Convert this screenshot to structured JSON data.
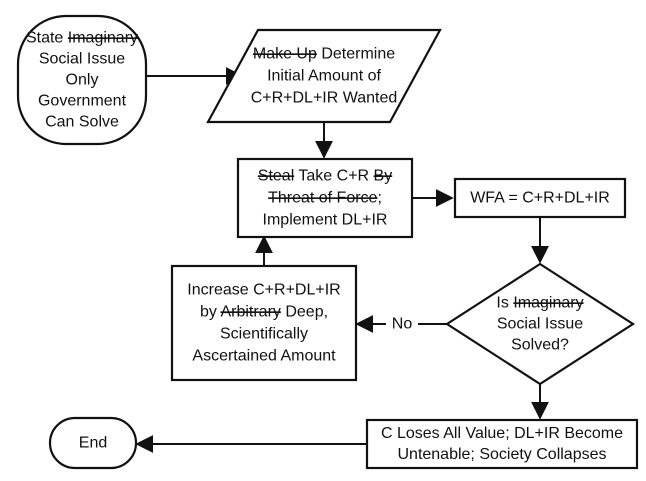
{
  "nodes": {
    "start": {
      "lines": [
        [
          {
            "t": "State "
          },
          {
            "t": "Imaginary",
            "strike": true
          }
        ],
        [
          {
            "t": "Social Issue"
          }
        ],
        [
          {
            "t": "Only"
          }
        ],
        [
          {
            "t": "Government"
          }
        ],
        [
          {
            "t": "Can Solve"
          }
        ]
      ]
    },
    "determine": {
      "lines": [
        [
          {
            "t": "Make Up",
            "strike": true
          },
          {
            "t": " Determine"
          }
        ],
        [
          {
            "t": "Initial Amount of"
          }
        ],
        [
          {
            "t": "C+R+DL+IR Wanted"
          }
        ]
      ]
    },
    "take": {
      "lines": [
        [
          {
            "t": "Steal",
            "strike": true
          },
          {
            "t": " Take C+R "
          },
          {
            "t": "By",
            "strike": true
          }
        ],
        [
          {
            "t": "Threat of Force",
            "strike": true
          },
          {
            "t": ";"
          }
        ],
        [
          {
            "t": "Implement DL+IR"
          }
        ]
      ]
    },
    "wfa": {
      "lines": [
        [
          {
            "t": "WFA = C+R+DL+IR"
          }
        ]
      ]
    },
    "increase": {
      "lines": [
        [
          {
            "t": "Increase C+R+DL+IR"
          }
        ],
        [
          {
            "t": "by "
          },
          {
            "t": "Arbitrary",
            "strike": true
          },
          {
            "t": " Deep,"
          }
        ],
        [
          {
            "t": "Scientifically"
          }
        ],
        [
          {
            "t": "Ascertained Amount"
          }
        ]
      ]
    },
    "decision": {
      "lines": [
        [
          {
            "t": "Is "
          },
          {
            "t": "Imaginary",
            "strike": true
          }
        ],
        [
          {
            "t": "Social Issue"
          }
        ],
        [
          {
            "t": "Solved?"
          }
        ]
      ]
    },
    "collapse": {
      "lines": [
        [
          {
            "t": "C Loses All Value; DL+IR Become"
          }
        ],
        [
          {
            "t": "Untenable; Society Collapses"
          }
        ]
      ]
    },
    "end": {
      "lines": [
        [
          {
            "t": "End"
          }
        ]
      ]
    }
  },
  "edge_labels": {
    "no": "No"
  }
}
